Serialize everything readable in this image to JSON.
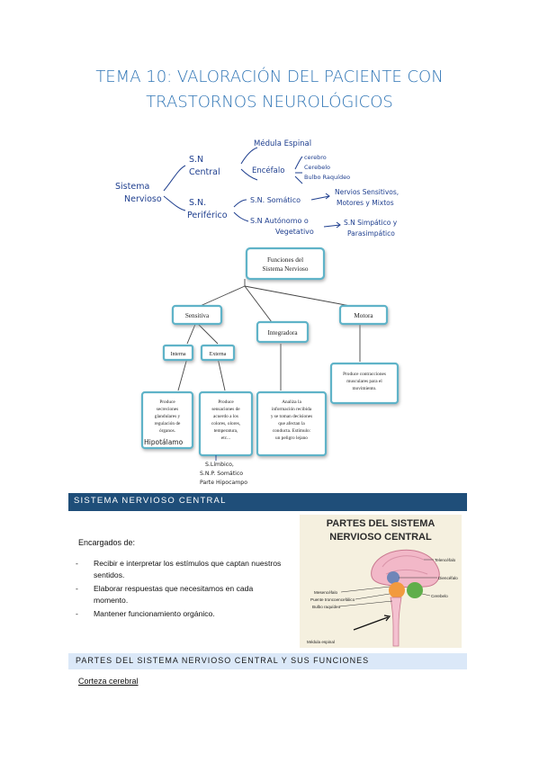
{
  "header": {
    "title_line1": "TEMA 10: VALORACIÓN DEL PACIENTE CON",
    "title_line2": "TRASTORNOS NEUROLÓGICOS"
  },
  "mindmap": {
    "root": [
      "Sistema",
      "Nervioso"
    ],
    "central": [
      "S.N",
      "Central"
    ],
    "medula": "Médula Espinal",
    "encefalo": "Encéfalo",
    "encefalo_parts": [
      "cerebro",
      "Cerebelo",
      "Bulbo Raquídeo"
    ],
    "periferico": [
      "S.N.",
      "Periférico"
    ],
    "somatico": "S.N. Somático",
    "nervios": [
      "Nervios Sensitivos,",
      "Motores y Mixtos"
    ],
    "autonomo": [
      "S.N Autónomo o",
      "Vegetativo"
    ],
    "simpatico": [
      "S.N Simpático y",
      "Parasimpático"
    ]
  },
  "flowchart": {
    "root": [
      "Funciones del",
      "Sistema Nervioso"
    ],
    "sensitiva": "Sensitiva",
    "integradora": "Integradora",
    "motora": "Motora",
    "interna": "Interna",
    "externa": "Externa",
    "interna_desc": [
      "Produce",
      "secreciones",
      "glandulares y",
      "regulación de",
      "órganos."
    ],
    "hipotalamo": "Hipotálamo",
    "externa_desc": [
      "Produce",
      "sensaciones de",
      "acuerdo a los",
      "colores, olores,",
      "temperatura,",
      "etc..."
    ],
    "externa_note": [
      "S.Límbico,",
      "S.N.P. Somático",
      "Parte Hipocampo"
    ],
    "integradora_desc": [
      "Analiza la",
      "información recibida",
      "y se toman decisiones",
      "que afectan la",
      "conducta. Estímulo:",
      "un peligro lejano"
    ],
    "motora_desc": [
      "Produce contracciones",
      "musculares para el",
      "movimiento."
    ]
  },
  "section1": {
    "heading": "SISTEMA NERVIOSO CENTRAL",
    "encargados": "Encargados de:",
    "items": [
      "Recibir e interpretar los estímulos que captan nuestros sentidos.",
      "Elaborar respuestas que necesitamos en cada momento.",
      "Mantener funcionamiento orgánico."
    ]
  },
  "brain_image": {
    "title_line1": "PARTES DEL SISTEMA",
    "title_line2": "NERVIOSO CENTRAL",
    "telencefalo": "Telencéfalo",
    "diencefalo": "Diencéfalo",
    "mesencefalo": "Mesencéfalo",
    "puente": "Puente troncoencefálico",
    "bulbo": "Bulbo raquídeo",
    "cerebelo": "Cerebelo",
    "medula": "Médula espinal"
  },
  "section2": {
    "heading": "PARTES DEL SISTEMA NERVIOSO CENTRAL Y SUS FUNCIONES",
    "sub": "Corteza cerebral"
  },
  "colors": {
    "title_blue": "#2e74b5",
    "dark_bar": "#1f4e79",
    "light_bar": "#dbe8f8",
    "ink": "#1f3f8f",
    "box_border": "#5fb3c8"
  }
}
